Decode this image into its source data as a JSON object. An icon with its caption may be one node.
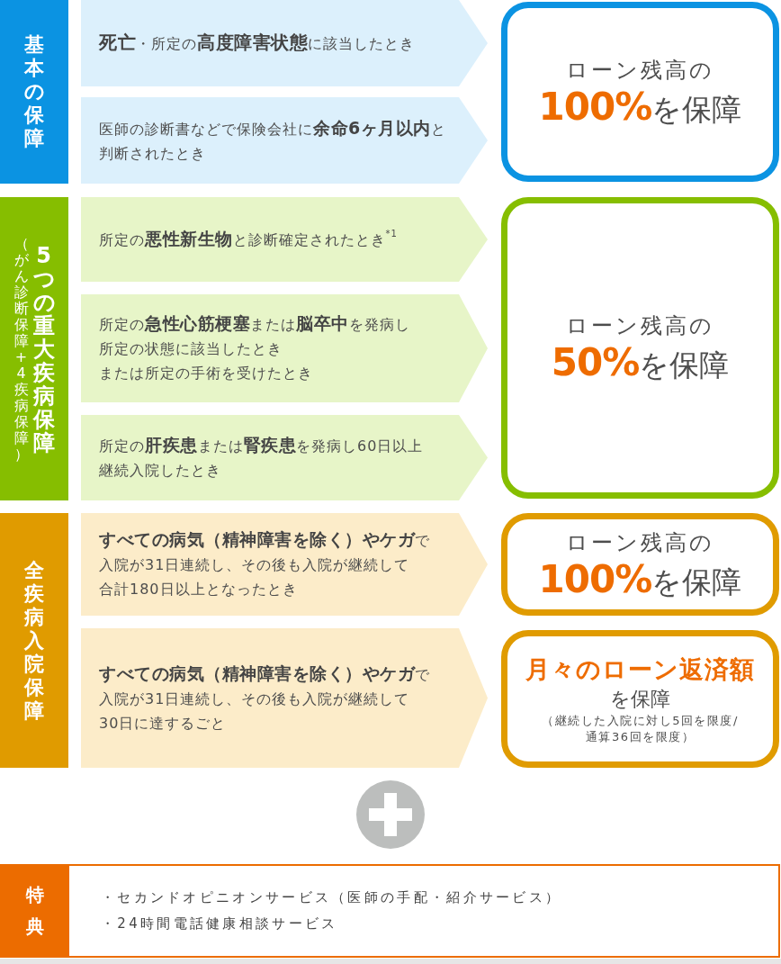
{
  "diagram": {
    "nodes": [
      {
        "text": [
          "基本の保障"
        ]
      },
      {
        "text": [
          "**死亡**・所定の**高度障害状態**に該当したとき"
        ]
      },
      {
        "text": [
          "医師の診断書などで保険会社に**余命6ヶ月以内**と判断されたとき"
        ]
      },
      {
        "text": [
          "ローン残高の",
          "**100%**を保障"
        ]
      },
      {
        "text": [
          "（がん診断保障+4疾病保障）",
          "5つの重大疾病保障"
        ]
      },
      {
        "text": [
          "所定の**悪性新生物**と診断確定されたとき$^{*1}$"
        ]
      },
      {
        "text": [
          "所定の**急性心筋梗塞**または**脳卒中**を発病し所定の状態に該当したときまたは所定の手術を受けたとき"
        ]
      },
      {
        "text": [
          "所定の**肝疾患**または**腎疾患**を発病し60日以上継続入院したとき"
        ]
      },
      {
        "text": [
          "ローン残高の",
          "**50%**を保障"
        ]
      },
      {
        "text": [
          "全疾病入院保障"
        ]
      },
      {
        "text": [
          "**すべての病気（精神障害を除く）やケガ**で入院が31日連続し、その後も入院が継続して合計180日以上となったとき"
        ]
      },
      {
        "text": [
          "**すべての病気（精神障害を除く）やケガ**で入院が31日連続し、その後も入院が継続して30日に達するごと"
        ]
      },
      {
        "text": [
          "ローン残高の",
          "**100%**を保障"
        ]
      },
      {
        "text": [
          "月々のローン返済額",
          "を保障",
          "（継続した入院に対し5回を限度/通算36回を限度）"
        ]
      },
      {
        "text": [
          "特典",
          "・セカンドオピニオンサービス（医師の手配・紹介サービス）",
          "・24時間電話健康相談サービス"
        ]
      }
    ]
  }
}
